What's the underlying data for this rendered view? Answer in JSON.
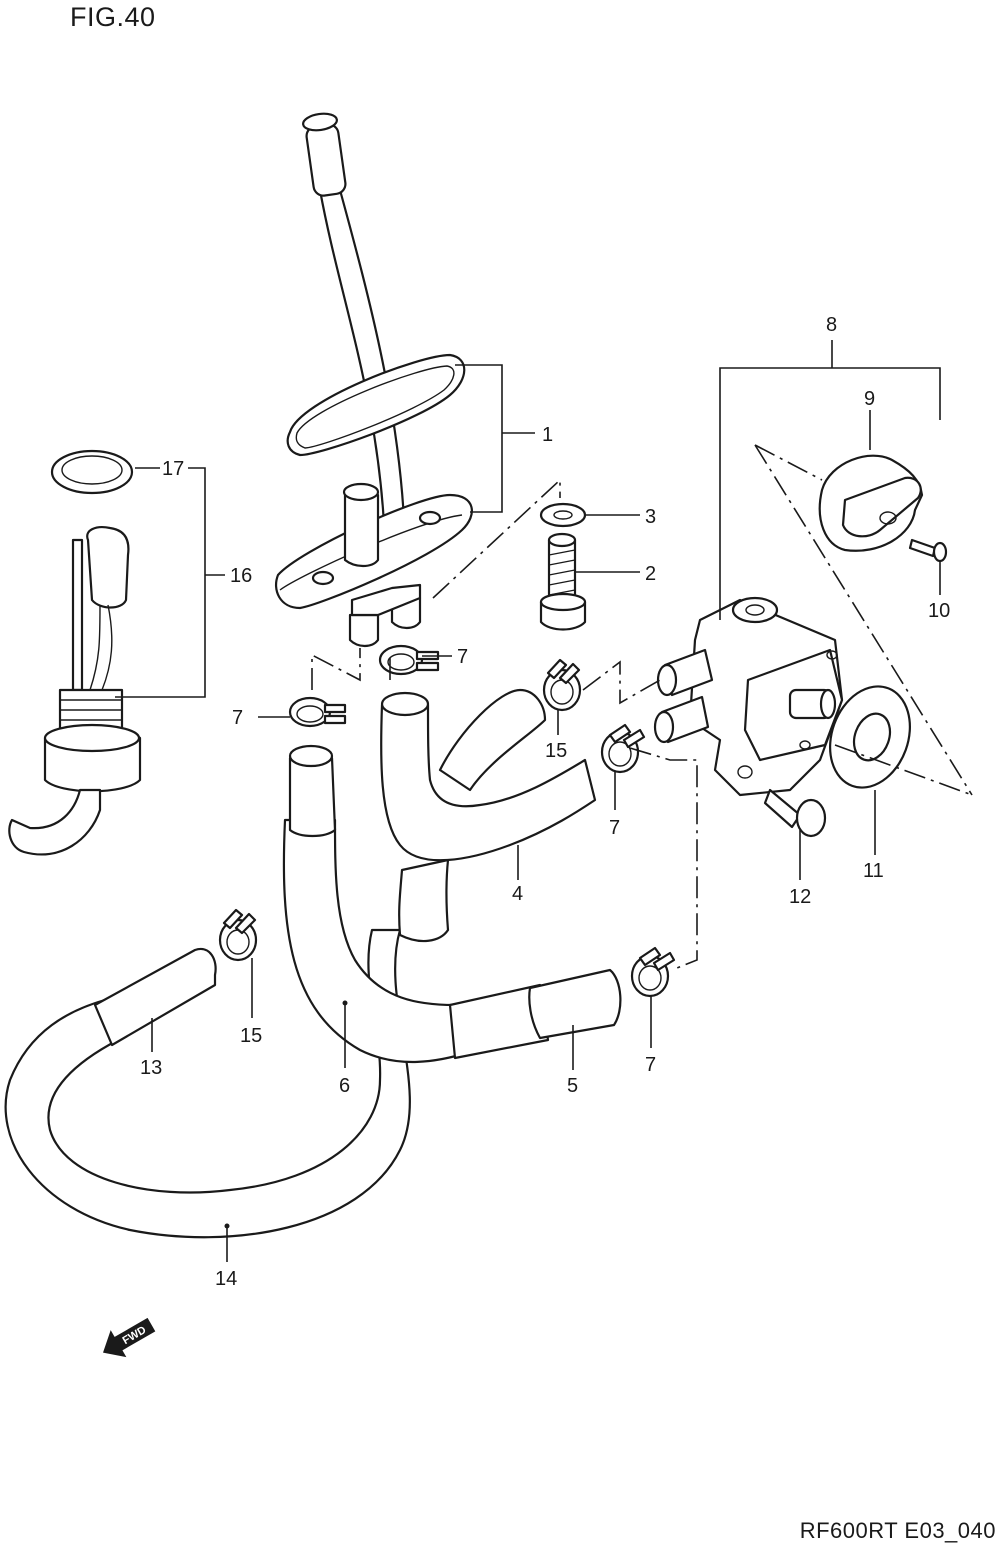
{
  "figure": {
    "title": "FIG.40",
    "code": "RF600RT E03_040"
  },
  "fwd_label": "FWD",
  "callouts": {
    "c1": "1",
    "c2": "2",
    "c3": "3",
    "c4": "4",
    "c5": "5",
    "c6": "6",
    "c7a": "7",
    "c7b": "7",
    "c7c": "7",
    "c7d": "7",
    "c8": "8",
    "c9": "9",
    "c10": "10",
    "c11": "11",
    "c12": "12",
    "c13": "13",
    "c14": "14",
    "c15a": "15",
    "c15b": "15",
    "c16": "16",
    "c17": "17"
  }
}
